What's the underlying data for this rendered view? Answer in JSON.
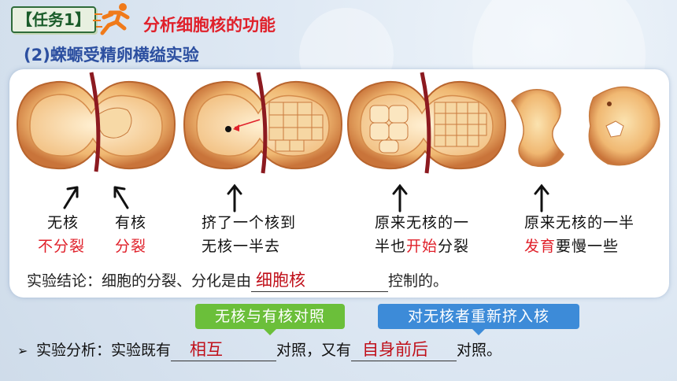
{
  "header": {
    "badge": "【任务1】",
    "title": "分析细胞核的功能"
  },
  "subtitle": "(2)蝾螈受精卵横缢实验",
  "figure_labels": {
    "no_nucleus": "无核",
    "no_divide": "不分裂",
    "has_nucleus": "有核",
    "divide": "分裂",
    "squeeze_line1": "挤了一个核到",
    "squeeze_line2": "无核一半去",
    "half_line1": "原来无核的一",
    "half_line2_a": "半也",
    "half_line2_b": "开始",
    "half_line2_c": "分裂",
    "dev_line1": "原来无核的一半",
    "dev_line2_a": "发育",
    "dev_line2_b": "要慢一些"
  },
  "conclusion": {
    "prefix": "实验结论：细胞的分裂、分化是由",
    "answer": "细胞核",
    "suffix": "控制的。"
  },
  "tags": {
    "green": "无核与有核对照",
    "blue": "对无核者重新挤入核"
  },
  "analysis": {
    "bullet": "➢",
    "prefix": "实验分析：实验既有",
    "answer1": "相互",
    "middle": "对照，又有",
    "answer2": "自身前后",
    "suffix": "对照。"
  },
  "colors": {
    "accent_red": "#e0202a",
    "title_blue": "#2c4fa0",
    "tag_green": "#6bbf3a",
    "tag_blue": "#3d8bd8",
    "cell_outer": "#d9874a",
    "cell_inner": "#f3c07a"
  },
  "icons": {
    "runner": "running-man-icon",
    "arrow": "arrow-up-icon"
  }
}
